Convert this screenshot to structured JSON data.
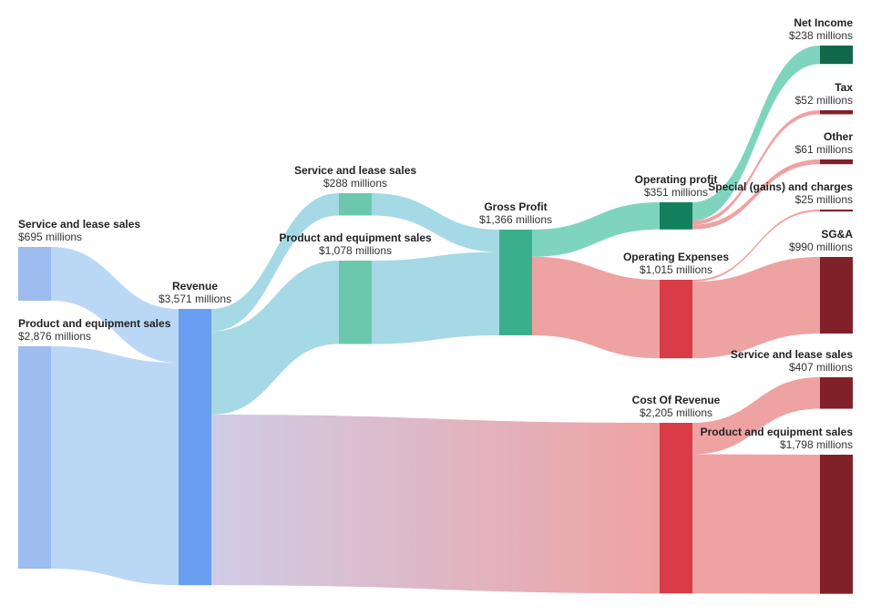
{
  "colors": {
    "revenue_source": "#9dbcef",
    "revenue": "#6a9ef0",
    "profit_node": "#6cc8ad",
    "gross_profit": "#3bae8b",
    "operating_profit": "#12805d",
    "net_income": "#12684a",
    "expense_node": "#d93c46",
    "expense_leaf": "#80212a",
    "link_source": "#bad8f6",
    "link_revenue": "#a6d9e6",
    "link_profit": "#7fd4bd",
    "link_expense": "#efa2a2"
  },
  "chart_data": {
    "type": "sankey",
    "unit": "$ millions",
    "nodes": [
      {
        "id": "src_service",
        "name": "Service and lease sales",
        "value": 695,
        "label": "$695 millions",
        "column": 0,
        "label_pos": "above-left",
        "color_key": "revenue_source"
      },
      {
        "id": "src_product",
        "name": "Product and equipment sales",
        "value": 2876,
        "label": "$2,876 millions",
        "column": 0,
        "label_pos": "above-left",
        "color_key": "revenue_source"
      },
      {
        "id": "revenue",
        "name": "Revenue",
        "value": 3571,
        "label": "$3,571 millions",
        "column": 1,
        "label_pos": "above",
        "color_key": "revenue"
      },
      {
        "id": "gp_service",
        "name": "Service and lease sales",
        "value": 288,
        "label": "$288 millions",
        "column": 2,
        "label_pos": "above",
        "color_key": "profit_node"
      },
      {
        "id": "gp_product",
        "name": "Product and equipment sales",
        "value": 1078,
        "label": "$1,078 millions",
        "column": 2,
        "label_pos": "above",
        "color_key": "profit_node"
      },
      {
        "id": "gross_profit",
        "name": "Gross Profit",
        "value": 1366,
        "label": "$1,366 millions",
        "column": 3,
        "label_pos": "above",
        "color_key": "gross_profit"
      },
      {
        "id": "op_profit",
        "name": "Operating profit",
        "value": 351,
        "label": "$351 millions",
        "column": 4,
        "label_pos": "above",
        "color_key": "operating_profit"
      },
      {
        "id": "op_expenses",
        "name": "Operating Expenses",
        "value": 1015,
        "label": "$1,015 millions",
        "column": 4,
        "label_pos": "above",
        "color_key": "expense_node"
      },
      {
        "id": "cost_of_revenue",
        "name": "Cost Of Revenue",
        "value": 2205,
        "label": "$2,205 millions",
        "column": 4,
        "label_pos": "above",
        "color_key": "expense_node"
      },
      {
        "id": "net_income",
        "name": "Net Income",
        "value": 238,
        "label": "$238 millions",
        "column": 5,
        "label_pos": "above-right",
        "color_key": "net_income"
      },
      {
        "id": "tax",
        "name": "Tax",
        "value": 52,
        "label": "$52 millions",
        "column": 5,
        "label_pos": "above-right",
        "color_key": "expense_leaf"
      },
      {
        "id": "other",
        "name": "Other",
        "value": 61,
        "label": "$61 millions",
        "column": 5,
        "label_pos": "above-right",
        "color_key": "expense_leaf"
      },
      {
        "id": "special",
        "name": "Special (gains) and charges",
        "value": 25,
        "label": "$25 millions",
        "column": 5,
        "label_pos": "above-right",
        "color_key": "expense_leaf"
      },
      {
        "id": "sga",
        "name": "SG&A",
        "value": 990,
        "label": "$990 millions",
        "column": 5,
        "label_pos": "above-right",
        "color_key": "expense_leaf"
      },
      {
        "id": "cor_service",
        "name": "Service and lease sales",
        "value": 407,
        "label": "$407 millions",
        "column": 5,
        "label_pos": "above-right",
        "color_key": "expense_leaf"
      },
      {
        "id": "cor_product",
        "name": "Product and equipment sales",
        "value": 1798,
        "label": "$1,798 millions",
        "column": 5,
        "label_pos": "above-right",
        "color_key": "expense_leaf"
      }
    ],
    "links": [
      {
        "source": "src_service",
        "target": "revenue",
        "value": 695,
        "color_key": "link_source"
      },
      {
        "source": "src_product",
        "target": "revenue",
        "value": 2876,
        "color_key": "link_source"
      },
      {
        "source": "revenue",
        "target": "gp_service",
        "value": 288,
        "color_key": "link_revenue"
      },
      {
        "source": "revenue",
        "target": "gp_product",
        "value": 1078,
        "color_key": "link_revenue"
      },
      {
        "source": "revenue",
        "target": "cost_of_revenue",
        "value": 2205,
        "color_key": "link_expense",
        "gradient_from": "#cfcce6"
      },
      {
        "source": "gp_service",
        "target": "gross_profit",
        "value": 288,
        "color_key": "link_revenue"
      },
      {
        "source": "gp_product",
        "target": "gross_profit",
        "value": 1078,
        "color_key": "link_revenue"
      },
      {
        "source": "gross_profit",
        "target": "op_profit",
        "value": 351,
        "color_key": "link_profit"
      },
      {
        "source": "gross_profit",
        "target": "op_expenses",
        "value": 1015,
        "color_key": "link_expense"
      },
      {
        "source": "op_profit",
        "target": "net_income",
        "value": 238,
        "color_key": "link_profit"
      },
      {
        "source": "op_profit",
        "target": "tax",
        "value": 52,
        "color_key": "link_expense"
      },
      {
        "source": "op_profit",
        "target": "other",
        "value": 61,
        "color_key": "link_expense"
      },
      {
        "source": "op_expenses",
        "target": "special",
        "value": 25,
        "color_key": "link_expense"
      },
      {
        "source": "op_expenses",
        "target": "sga",
        "value": 990,
        "color_key": "link_expense"
      },
      {
        "source": "cost_of_revenue",
        "target": "cor_service",
        "value": 407,
        "color_key": "link_expense"
      },
      {
        "source": "cost_of_revenue",
        "target": "cor_product",
        "value": 1798,
        "color_key": "link_expense"
      }
    ]
  }
}
